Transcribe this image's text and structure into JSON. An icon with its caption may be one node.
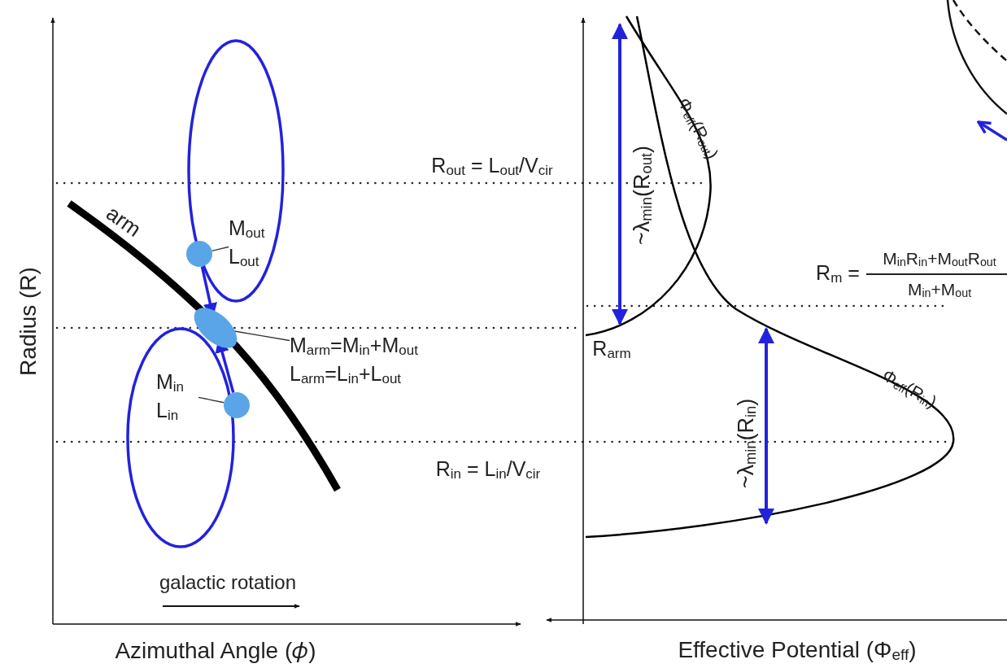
{
  "diagram": {
    "nodes": [
      {
        "text": [
          "M$_{out}$ L$_{out}$"
        ]
      },
      {
        "text": [],
        "shape": "circle"
      },
      {
        "text": [],
        "shape": "circle"
      },
      {
        "text": [
          "M$_{arm}$=M$_{in}$+M$_{out}$ L$_{arm}$=L$_{in}$+L$_{out}$"
        ]
      },
      {
        "text": [
          "M$_{in}$ L$_{in}$"
        ]
      },
      {
        "text": [],
        "shape": "circle"
      }
    ],
    "edges": [
      {
        "from": 0,
        "to": 1,
        "arrow": "none"
      },
      {
        "from": 1,
        "to": 2,
        "arrow": "to",
        "style": "thick",
        "color": "#2222dd"
      },
      {
        "from": 3,
        "to": 2,
        "arrow": "none"
      },
      {
        "from": 4,
        "to": 5,
        "arrow": "none"
      },
      {
        "from": 5,
        "to": 2,
        "arrow": "to",
        "style": "thick",
        "color": "#2222dd"
      }
    ],
    "labels": [
      "arm",
      "R$_{out}$ = L$_{out}$/V$_{cir}$",
      "~λ$_{min}$(R$_{out}$)",
      "Φ$_{eff}$(R$_{out}$)",
      "R$_{m}$ =",
      "M$_{in}$R$_{in}$+M$_{out}$R$_{out}$",
      "M$_{in}$+M$_{out}$",
      "R$_{arm}$",
      "Φ$_{eff}$(R$_{in}$)",
      "~λ$_{min}$(R$_{in}$)",
      "R$_{in}$ = L$_{in}$/V$_{cir}$",
      "Radius (R)",
      "galactic rotation",
      "Azimuthal Angle (𝜙)",
      "Effective Potential (Φ$_{eff}$)"
    ]
  }
}
